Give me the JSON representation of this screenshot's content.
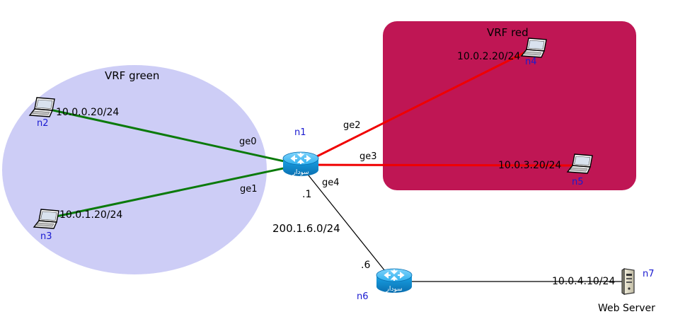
{
  "areas": {
    "green": {
      "label": "VRF green",
      "color": "#cdcdf6"
    },
    "red": {
      "label": "VRF red",
      "color": "#bf1654"
    }
  },
  "links": {
    "green_color": "#0b7a0b",
    "red_color": "#f00000",
    "default_color": "#000000"
  },
  "nodes": {
    "n1": {
      "label": "n1",
      "type": "router",
      "badge": "سودار"
    },
    "n2": {
      "label": "n2",
      "type": "laptop"
    },
    "n3": {
      "label": "n3",
      "type": "laptop"
    },
    "n4": {
      "label": "n4",
      "type": "laptop"
    },
    "n5": {
      "label": "n5",
      "type": "laptop"
    },
    "n6": {
      "label": "n6",
      "type": "router",
      "badge": "سودار"
    },
    "n7": {
      "label": "n7",
      "type": "server",
      "caption": "Web Server"
    }
  },
  "interfaces": {
    "ge0": "ge0",
    "ge1": "ge1",
    "ge2": "ge2",
    "ge3": "ge3",
    "ge4": "ge4"
  },
  "addresses": {
    "n2": "10.0.0.20/24",
    "n3": "10.0.1.20/24",
    "n4": "10.0.2.20/24",
    "n5": "10.0.3.20/24",
    "n7": "10.0.4.10/24",
    "n1_wan": ".1",
    "n6_wan": ".6",
    "wan_subnet": "200.1.6.0/24"
  },
  "icons": {
    "router": "router-icon",
    "laptop": "laptop-icon",
    "server": "server-icon"
  }
}
